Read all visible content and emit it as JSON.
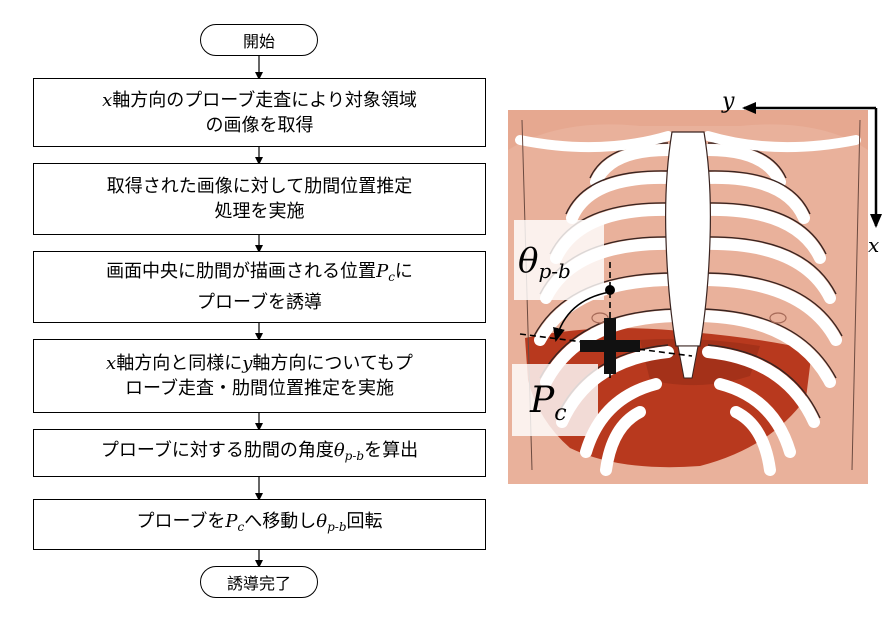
{
  "flowchart": {
    "start": "開始",
    "end": "誘導完了",
    "step1": {
      "var": "x",
      "line1": "軸方向のプローブ走査により対象領域",
      "line2": "の画像を取得"
    },
    "step2": {
      "line1": "取得された画像に対して肋間位置推定",
      "line2": "処理を実施"
    },
    "step3": {
      "line1_pre": "画面中央に肋間が描画される位置",
      "var": "P",
      "sub": "c",
      "line1_post": "に",
      "line2": "プローブを誘導"
    },
    "step4": {
      "var1": "x",
      "line1_mid": "軸方向と同様に",
      "var2": "y",
      "line1_post": "軸方向についてもプ",
      "line2": "ローブ走査・肋間位置推定を実施"
    },
    "step5": {
      "pre": "プローブに対する肋間の角度",
      "var": "θ",
      "sub": "p-b",
      "post": "を算出"
    },
    "step6": {
      "pre": "プローブを",
      "var1": "P",
      "sub1": "c",
      "mid": "へ移動し",
      "var2": "θ",
      "sub2": "p-b",
      "post": "回転"
    }
  },
  "illustration": {
    "axis_y": "y",
    "axis_x": "x",
    "theta_var": "θ",
    "theta_sub": "p-b",
    "pc_var": "P",
    "pc_sub": "c",
    "colors": {
      "skin": "#e6a890",
      "bone": "#ffffff",
      "liver": "#b8391e",
      "line": "#000000"
    }
  }
}
